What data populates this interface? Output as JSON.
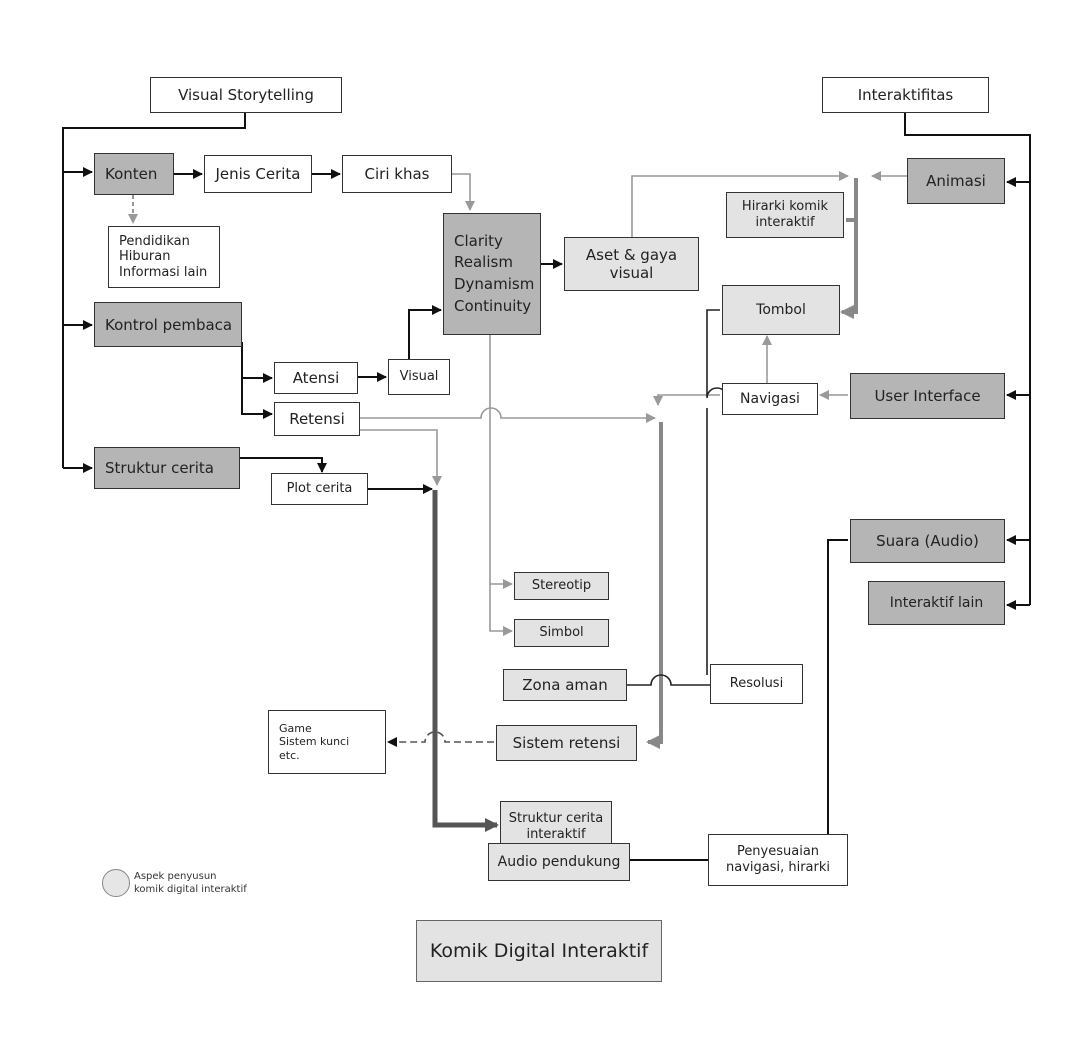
{
  "nodes": {
    "visual_storytelling": "Visual Storytelling",
    "interaktifitas": "Interaktifitas",
    "konten": "Konten",
    "jenis_cerita": "Jenis Cerita",
    "ciri_khas": "Ciri khas",
    "pendidikan": "Pendidikan\nHiburan\nInformasi lain",
    "clarity": "Clarity\nRealism\nDynamism\nContinuity",
    "aset_gaya": "Aset & gaya\nvisual",
    "kontrol_pembaca": "Kontrol pembaca",
    "atensi": "Atensi",
    "visual": "Visual",
    "retensi": "Retensi",
    "struktur_cerita": "Struktur cerita",
    "plot_cerita": "Plot cerita",
    "stereotip": "Stereotip",
    "simbol": "Simbol",
    "zona_aman": "Zona aman",
    "resolusi": "Resolusi",
    "game": "Game\nSistem kunci\netc.",
    "sistem_retensi": "Sistem retensi",
    "struktur_interaktif": "Struktur cerita\ninteraktif",
    "audio_pendukung": "Audio pendukung",
    "penyesuaian": "Penyesuaian\nnavigasi, hirarki",
    "animasi": "Animasi",
    "hirarki": "Hirarki komik\ninteraktif",
    "tombol": "Tombol",
    "navigasi": "Navigasi",
    "user_interface": "User Interface",
    "suara": "Suara (Audio)",
    "interaktif_lain": "Interaktif lain"
  },
  "legend": {
    "label": "Aspek penyusun\nkomik digital interaktif"
  },
  "footer": {
    "title": "Komik Digital Interaktif"
  },
  "caption": {
    "text": ""
  }
}
